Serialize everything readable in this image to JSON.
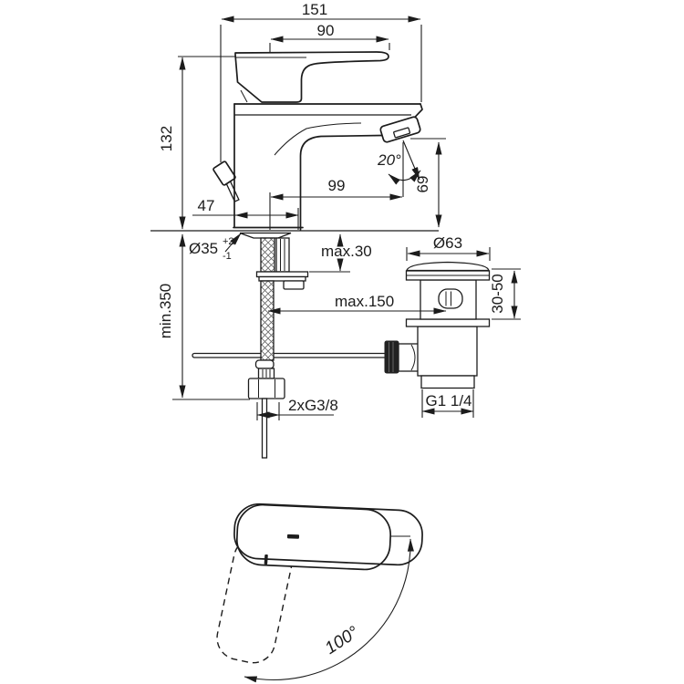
{
  "drawing": {
    "type": "technical-installation-diagram",
    "subject": "single-lever basin mixer faucet with pop-up waste",
    "colors": {
      "line": "#1c1c1c",
      "background": "#ffffff"
    }
  },
  "dimensions": {
    "overall_length": "151",
    "lever_length": "90",
    "body_height": "132",
    "spout_reach": "99",
    "rear_offset": "47",
    "outlet_angle": "20°",
    "outlet_height": "69",
    "mounting_hole_diameter": "Ø35",
    "mounting_hole_tol_plus": "+2",
    "mounting_hole_tol_minus": "-1",
    "max_deck_thickness": "max.30",
    "waste_cap_diameter": "Ø63",
    "waste_height_range": "30-50",
    "rod_to_waste_max": "max.150",
    "min_hose_clearance": "min.350",
    "supply_connection": "2xG3/8",
    "waste_connection": "G1 1/4",
    "lever_swing_angle": "100°"
  }
}
